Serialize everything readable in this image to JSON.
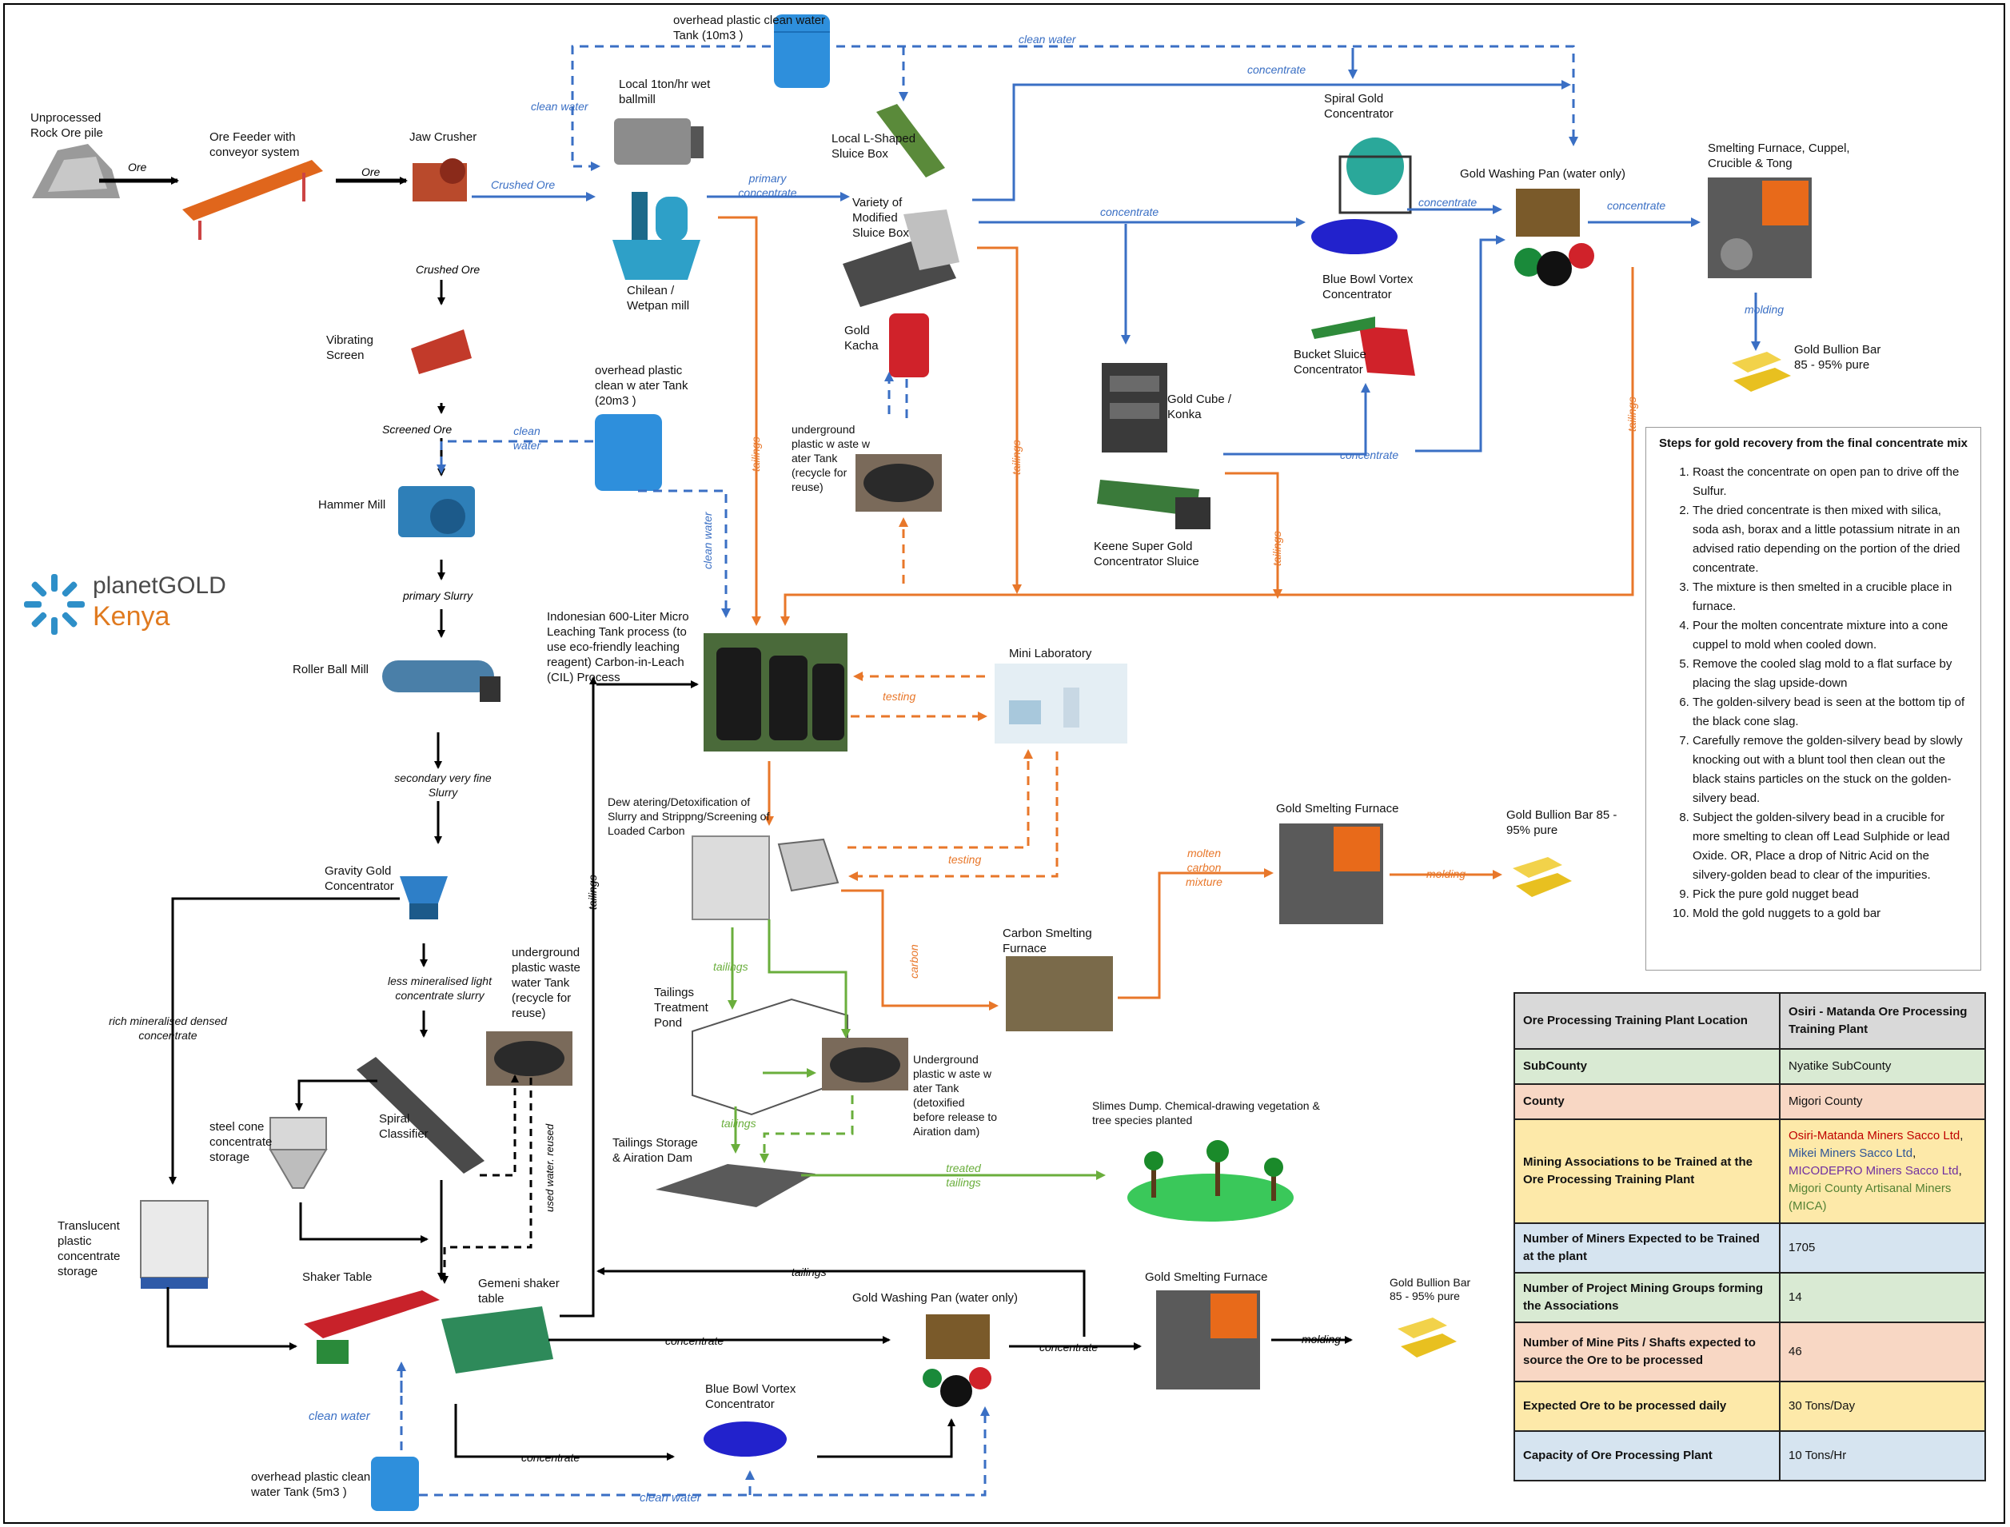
{
  "flow_labels": {
    "ore1": "Ore",
    "ore2": "Ore",
    "crushed_ore": "Crushed Ore",
    "crushed_ore2": "Crushed Ore",
    "screened_ore": "Screened Ore",
    "primary_slurry": "primary Slurry",
    "secondary_slurry": "secondary very fine Slurry",
    "less_mineralised": "less mineralised light concentrate slurry",
    "rich_mineralised": "rich mineralised densed concentrate",
    "clean_water_top": "clean water",
    "clean_water_left": "clean water",
    "clean_water_mid": "clean water",
    "clean_water_vert": "clean water",
    "clean_water_bottom": "clean water",
    "clean_water_bottom2": "clean water",
    "primary_concentrate": "primary concentrate",
    "concentrate_top": "concentrate",
    "concentrate_mid": "concentrate",
    "concentrate_gwp": "concentrate",
    "concentrate_smelt": "concentrate",
    "concentrate_keene": "concentrate",
    "concentrate_gemeni": "concentrate",
    "concentrate_gwp2": "concentrate",
    "concentrate_bbv2": "concentrate",
    "tailings1": "tailings",
    "tailings2": "tailings",
    "tailings3": "tailings",
    "tailings4": "tailings",
    "tailings_vert": "tailings",
    "tailings_green1": "tailings",
    "tailings_green2": "tailings",
    "tailings_bottom": "tailings",
    "treated_tailings": "treated tailings",
    "testing1": "testing",
    "testing2": "testing",
    "molding1": "molding",
    "molding2": "molding",
    "molding3": "molding",
    "carbon": "carbon",
    "molten_carbon": "molten carbon mixture",
    "used_water": "used water. reused"
  },
  "nodes": {
    "rock_pile": "Unprocessed Rock Ore pile",
    "ore_feeder": "Ore Feeder with conveyor system",
    "jaw_crusher": "Jaw Crusher",
    "vibrating_screen": "Vibrating Screen",
    "hammer_mill": "Hammer Mill",
    "roller_ball_mill": "Roller Ball Mill",
    "gravity_concentrator": "Gravity Gold Concentrator",
    "tank_10m3": "overhead plastic clean water Tank (10m3 )",
    "ballmill": "Local 1ton/hr wet ballmill",
    "chilean_mill": "Chilean / Wetpan mill",
    "tank_20m3": "overhead plastic clean w ater Tank (20m3 )",
    "l_sluice": "Local L-Shaped Sluice Box",
    "modified_sluice": "Variety of Modified Sluice Box",
    "gold_kacha": "Gold Kacha",
    "underground_tank1": "underground plastic w aste w ater Tank (recycle for reuse)",
    "spiral_concentrator": "Spiral Gold Concentrator",
    "blue_bowl1": "Blue Bowl Vortex Concentrator",
    "bucket_sluice": "Bucket Sluice Concentrator",
    "gold_cube": "Gold Cube / Konka",
    "keene_sluice": "Keene Super Gold Concentrator Sluice",
    "gold_washing_pan1": "Gold Washing Pan (water only)",
    "smelting_furnace1": "Smelting Furnace, Cuppel, Crucible & Tong",
    "bullion1": "Gold Bullion Bar 85 - 95% pure",
    "leaching_tank": "Indonesian 600-Liter Micro Leaching Tank process (to use eco-friendly leaching reagent) Carbon-in-Leach (CIL) Process",
    "mini_lab": "Mini Laboratory",
    "dewatering": "Dew atering/Detoxification of Slurry and Strippng/Screening of Loaded Carbon",
    "carbon_furnace": "Carbon Smelting Furnace",
    "smelting_furnace2": "Gold Smelting Furnace",
    "bullion2": "Gold Bullion Bar 85 - 95% pure",
    "tailings_pond": "Tailings Treatment Pond",
    "underground_tank3": "Underground plastic w aste w ater Tank (detoxified before release to Airation dam)",
    "tailings_dam": "Tailings Storage & Airation Dam",
    "slimes_dump": "Slimes Dump. Chemical-drawing vegetation & tree species planted",
    "underground_tank2": "underground plastic waste water Tank (recycle for reuse)",
    "steel_cone": "steel cone concentrate storage",
    "spiral_classifier": "Spiral Classifier",
    "translucent_storage": "Translucent plastic concentrate storage",
    "shaker_table": "Shaker Table",
    "gemeni_table": "Gemeni shaker table",
    "gold_washing_pan2": "Gold Washing Pan (water only)",
    "blue_bowl2": "Blue Bowl Vortex Concentrator",
    "tank_5m3": "overhead plastic clean water Tank (5m3 )",
    "smelting_furnace3": "Gold Smelting Furnace",
    "bullion3": "Gold Bullion Bar 85 - 95% pure"
  },
  "logo": {
    "line1": "planetGOLD",
    "line2": "Kenya"
  },
  "steps": {
    "title": "Steps for gold recovery from the final concentrate mix",
    "items": [
      "Roast the concentrate on open pan to drive off the Sulfur.",
      "The dried concentrate is then mixed with silica, soda ash, borax and a little potassium nitrate in an advised ratio depending on the portion of the dried concentrate.",
      "The mixture is then smelted in a crucible place in furnace.",
      "Pour the molten concentrate mixture into a cone cuppel to mold when cooled down.",
      "Remove the cooled slag mold to a flat surface by placing the slag upside-down",
      "The golden-silvery bead is seen at the bottom tip of the black cone slag.",
      "Carefully remove the golden-silvery bead by slowly knocking out with a blunt tool then clean out the black stains particles on the stuck on the golden-silvery bead.",
      "Subject the golden-silvery bead in a crucible for more smelting to clean off Lead Sulphide or lead Oxide. OR, Place a drop of Nitric Acid on the silvery-golden bead to clear of the impurities.",
      "Pick the pure gold nugget bead",
      "Mold the gold nuggets to a gold bar"
    ]
  },
  "info_table": {
    "rows": [
      {
        "key": "Ore Processing Training Plant Location",
        "value": "Osiri - Matanda Ore Processing Training Plant",
        "color": "#d9d9d9",
        "bold": true
      },
      {
        "key": "SubCounty",
        "value": "Nyatike SubCounty",
        "color": "#d9ead3"
      },
      {
        "key": "County",
        "value": "Migori County",
        "color": "#f8d7c4"
      },
      {
        "key": "Mining Associations to be Trained at the Ore Processing Training Plant",
        "value": "",
        "color": "#fde9a9"
      },
      {
        "key": "Number of Miners Expected to be Trained at the plant",
        "value": "1705",
        "color": "#d6e4f0"
      },
      {
        "key": "Number of Project Mining Groups forming the Associations",
        "value": "14",
        "color": "#d9ead3"
      },
      {
        "key": "Number of Mine Pits / Shafts expected to source the Ore to be processed",
        "value": "46",
        "color": "#f8d7c4"
      },
      {
        "key": "Expected Ore to be processed daily",
        "value": "30 Tons/Day",
        "color": "#fde9a9"
      },
      {
        "key": "Capacity of Ore Processing Plant",
        "value": "10 Tons/Hr",
        "color": "#d6e4f0"
      }
    ],
    "associations": [
      {
        "name": "Osiri-Matanda Miners Sacco Ltd",
        "sep": ",",
        "color": "#c00000"
      },
      {
        "name": "Mikei Miners Sacco Ltd",
        "sep": ",",
        "color": "#2f5597"
      },
      {
        "name": "MICODEPRO Miners Sacco Ltd",
        "sep": ",",
        "color": "#7030a0"
      },
      {
        "name": "Migori County Artisanal Miners (MICA)",
        "sep": "",
        "color": "#548235"
      }
    ]
  },
  "colors": {
    "blue": "#3a6fc4",
    "orange": "#e8772a",
    "green": "#6aae3c",
    "black": "#000000",
    "tank_blue": "#2e8fdc",
    "gold": "#e8c020"
  }
}
